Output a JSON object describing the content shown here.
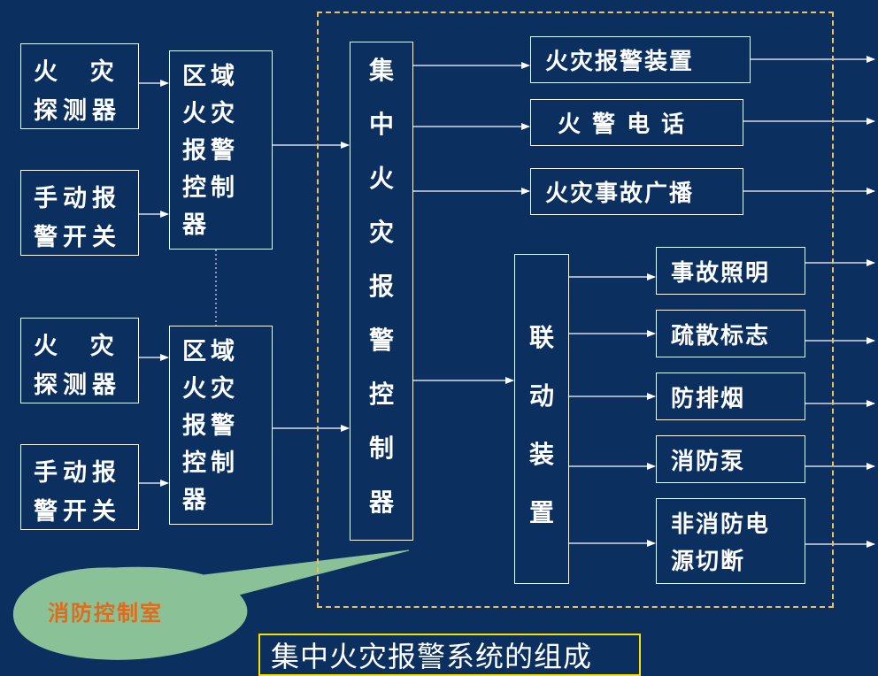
{
  "inputs": [
    {
      "line1": "火  灾",
      "line2": "探测器"
    },
    {
      "line1": "手动报",
      "line2": "警开关"
    },
    {
      "line1": "火  灾",
      "line2": "探测器"
    },
    {
      "line1": "手动报",
      "line2": "警开关"
    }
  ],
  "regions": [
    {
      "lines": [
        "区域",
        "火灾",
        "报警",
        "控制",
        "器"
      ]
    },
    {
      "lines": [
        "区域",
        "火灾",
        "报警",
        "控制",
        "器"
      ]
    }
  ],
  "central": {
    "chars": [
      "集",
      "中",
      "火",
      "灾",
      "报",
      "警",
      "控",
      "制",
      "器"
    ]
  },
  "top_outputs": [
    "火灾报警装置",
    "火 警 电 话",
    "火灾事故广播"
  ],
  "linkage": {
    "chars": [
      "联",
      "动",
      "装",
      "置"
    ]
  },
  "linkage_outputs": [
    {
      "line1": "事故照明",
      "line2": ""
    },
    {
      "line1": "疏散标志",
      "line2": ""
    },
    {
      "line1": "防排烟",
      "line2": ""
    },
    {
      "line1": "消防泵",
      "line2": ""
    },
    {
      "line1": "非消防电",
      "line2": "源切断"
    }
  ],
  "callout": {
    "label": "消防控制室",
    "color": "#e06b1a",
    "fill": "#8bc196"
  },
  "title": "集中火灾报警系统的组成",
  "colors": {
    "background": "#0b2f5e",
    "border": "#ffffff",
    "dashed": "#f0c060",
    "title_border": "#f5e000"
  }
}
